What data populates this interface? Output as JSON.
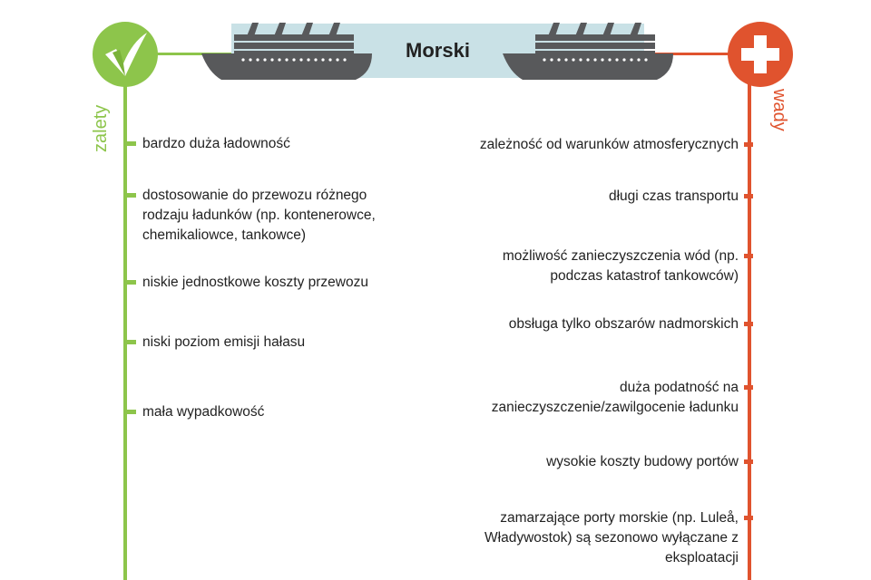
{
  "title": "Morski",
  "left_label": "zalety",
  "right_label": "wady",
  "advantages": [
    "bardzo duża ładowność",
    "dostosowanie do przewozu różnego rodzaju ładunków (np. kontenerowce, chemikaliowce, tankowce)",
    "niskie jednostkowe koszty przewozu",
    "niski poziom emisji hałasu",
    "mała wypadkowość"
  ],
  "disadvantages": [
    "zależność od warunków atmosferycznych",
    "długi czas transportu",
    "możliwość zanieczyszczenia wód (np. podczas katastrof tankowców)",
    "obsługa tylko obszarów nadmorskich",
    "duża podatność na zanieczyszczenie/zawilgocenie ładunku",
    "wysokie koszty budowy portów",
    "zamarzające porty morskie (np. Luleå, Władywostok) są sezonowo wyłączane z eksploatacji"
  ],
  "colors": {
    "advantage": "#8dc54b",
    "disadvantage": "#e0532e",
    "title_band": "#c9e1e6",
    "ship": "#58595b"
  },
  "icons": {
    "left": "checkmark-icon",
    "right": "plus-icon",
    "ship": "ship-icon"
  }
}
